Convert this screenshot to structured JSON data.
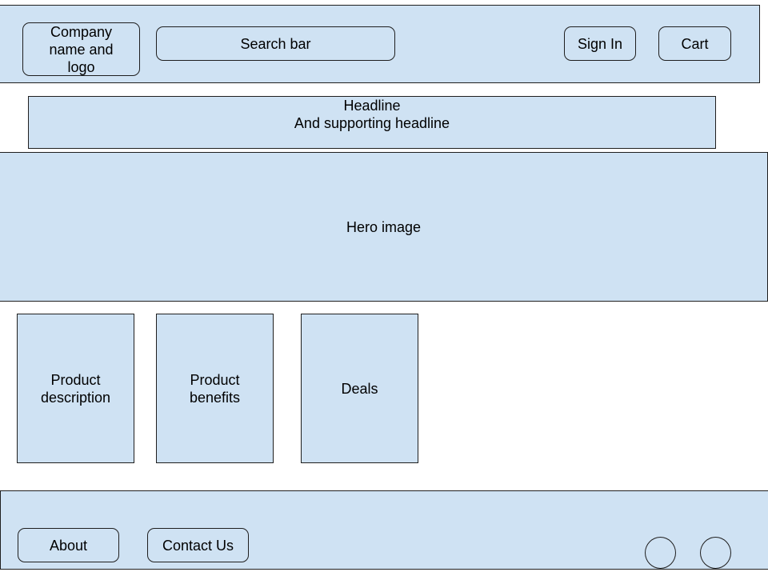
{
  "header": {
    "logo_label": "Company name and logo",
    "search_label": "Search bar",
    "signin_label": "Sign In",
    "cart_label": "Cart"
  },
  "headline": {
    "title": "Headline",
    "subtitle": "And supporting headline"
  },
  "hero": {
    "label": "Hero image"
  },
  "cards": [
    {
      "label": "Product description"
    },
    {
      "label": "Product benefits"
    },
    {
      "label": "Deals"
    }
  ],
  "footer": {
    "about_label": "About",
    "contact_label": "Contact Us"
  },
  "colors": {
    "fill": "#cfe2f3",
    "stroke": "#1f1f1f"
  }
}
